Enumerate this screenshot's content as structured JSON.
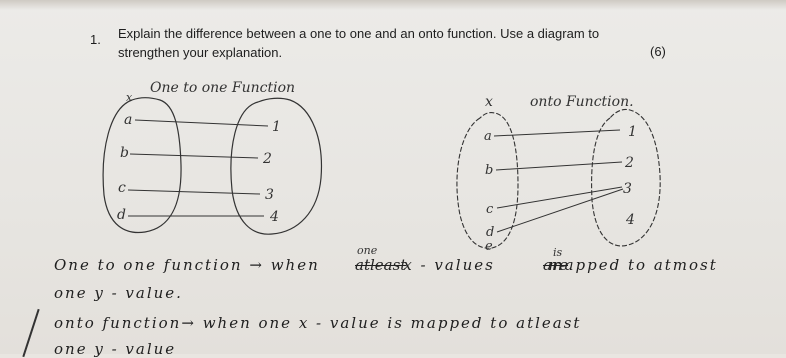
{
  "question": {
    "number": "1.",
    "text_line1": "Explain the difference between a one to one and an onto function. Use a diagram to",
    "text_line2": "strengthen your explanation.",
    "marks": "(6)"
  },
  "diagram_left": {
    "title": "One to one Function",
    "x_label": "x",
    "domain": [
      "a",
      "b",
      "c",
      "d"
    ],
    "codomain": [
      "1",
      "2",
      "3",
      "4"
    ]
  },
  "diagram_right": {
    "x_label": "x",
    "title": "onto Function.",
    "domain": [
      "a",
      "b",
      "c",
      "d",
      "e"
    ],
    "codomain": [
      "1",
      "2",
      "3",
      "4"
    ]
  },
  "answer": {
    "line1_part1": "One to one function",
    "line1_arrow": "→",
    "line1_part2": "when",
    "line1_struck": "atleast",
    "line1_insert": "one",
    "line1_part3": "x - values",
    "line1_struck2": "are",
    "line1_insert2": "is",
    "line1_part4": "mapped to atmost",
    "line2": "one   y - value.",
    "line3_part1": "onto",
    "line3_part2": "function",
    "line3_arrow": "→",
    "line3_part3": "when   one   x - value   is   mapped   to   atleast",
    "line4": "one   y - value"
  }
}
